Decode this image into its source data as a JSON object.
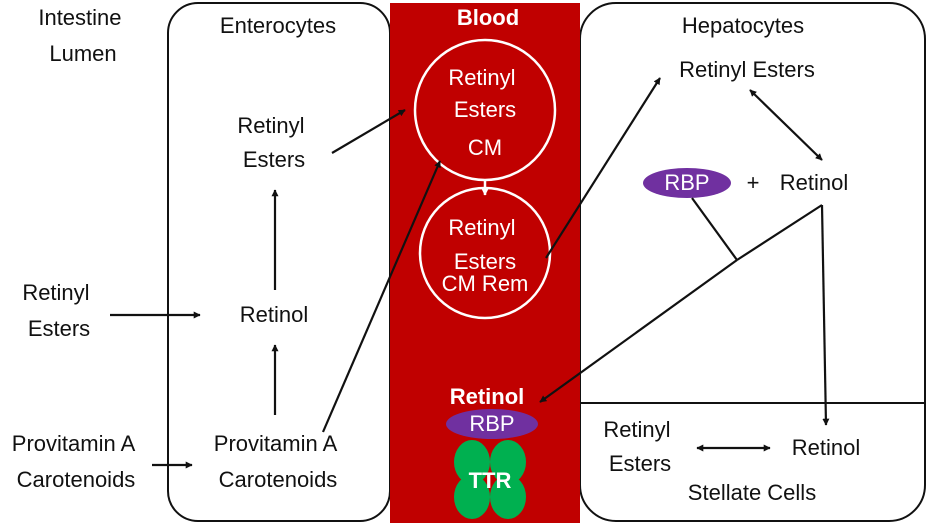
{
  "colors": {
    "blood": "#c00000",
    "rbp": "#7030a0",
    "ttr": "#00b050",
    "line": "#111111",
    "white": "#ffffff"
  },
  "lumen": {
    "title_line1": "Intestine",
    "title_line2": "Lumen",
    "retinyl_line1": "Retinyl",
    "retinyl_line2": "Esters",
    "provitamin_line1": "Provitamin A",
    "provitamin_line2": "Carotenoids"
  },
  "enterocytes": {
    "title": "Enterocytes",
    "retinyl_line1": "Retinyl",
    "retinyl_line2": "Esters",
    "retinol": "Retinol",
    "provitamin_line1": "Provitamin A",
    "provitamin_line2": "Carotenoids"
  },
  "blood": {
    "title": "Blood",
    "cm_line1": "Retinyl",
    "cm_line2": "Esters",
    "cm_tag": "CM",
    "rem_line1": "Retinyl",
    "rem_line2": "Esters",
    "rem_tag": "CM Rem",
    "retinol": "Retinol",
    "rbp": "RBP",
    "ttr": "TTR"
  },
  "hepatocytes": {
    "title": "Hepatocytes",
    "retinyl": "Retinyl Esters",
    "rbp": "RBP",
    "plus": "+",
    "retinol": "Retinol"
  },
  "stellate": {
    "title": "Stellate Cells",
    "retinyl_line1": "Retinyl",
    "retinyl_line2": "Esters",
    "retinol": "Retinol"
  }
}
